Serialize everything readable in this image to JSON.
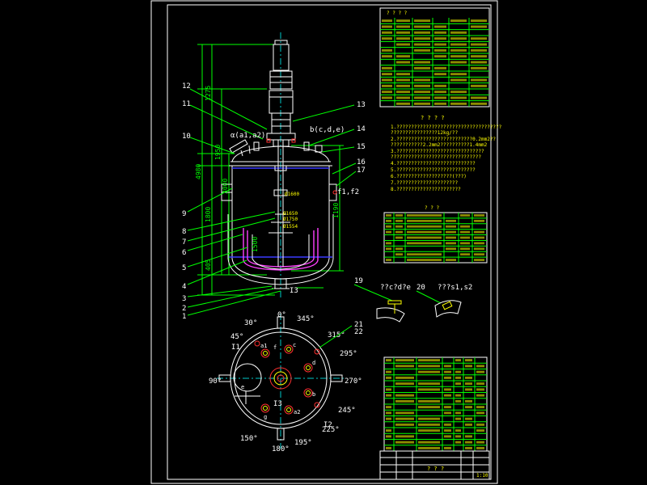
{
  "colors": {
    "background": "#000000",
    "frame": "#ffffff",
    "dimension": "#00ff00",
    "text": "#ffff00",
    "centerline": "#00c8c8",
    "nozzle": "#ff3030",
    "liquid_level": "#3a3aff",
    "coil": "#ff40ff"
  },
  "elevation": {
    "leaders_left": [
      "12",
      "11",
      "10",
      "9",
      "8",
      "7",
      "6",
      "5",
      "4",
      "3",
      "2",
      "1"
    ],
    "leaders_right": [
      "13",
      "14",
      "15",
      "16",
      "17"
    ],
    "nozzle_callouts": [
      "α(a1,a2)",
      "b(c,d,e)",
      "f1,f2",
      "I3"
    ],
    "dimensions": [
      "4980",
      "1800",
      "1275",
      "1950",
      "3000",
      "1190",
      "405",
      "1500"
    ],
    "diameters": [
      "Ø1600",
      "Ø1650",
      "Ø1750",
      "Ø1554"
    ]
  },
  "plan": {
    "angles": [
      "0°",
      "30°",
      "45°",
      "90°",
      "150°",
      "180°",
      "195°",
      "225°",
      "245°",
      "270°",
      "295°",
      "315°",
      "345°"
    ],
    "nozzle_letters": [
      "a1",
      "a2",
      "b",
      "c",
      "d",
      "e",
      "f",
      "g",
      "I1",
      "I2",
      "I3"
    ],
    "leaders": [
      "21",
      "22"
    ]
  },
  "details": {
    "detail_a_number": "19",
    "detail_a_label": "??c?d?e",
    "detail_b_number": "20",
    "detail_b_label": "???s1,s2"
  },
  "notes": {
    "title": "? ? ? ?",
    "lines": [
      "1.????????????????????????????????????",
      "????????????????12kg/??",
      "2.??????????????????????????0.2mm2??",
      "???????????2.2mm2??????????1.4mm2",
      "3.??????????????????????????????",
      "???????????????????????????????",
      "4.???????????????????????????",
      "5.???????????????????????????",
      "6.???????????????????(???)",
      "7.?????????????????????",
      "8.??????????????????????"
    ]
  },
  "tables": {
    "spec_title": "? ? ? ?",
    "nozzle_title": "? ? ?",
    "bom_title": "? ? ?",
    "title_block_name": "? ? ?",
    "title_block_scale": "1:10"
  }
}
